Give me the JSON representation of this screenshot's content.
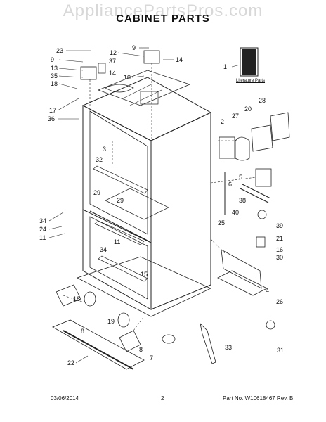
{
  "watermark": "AppliancePartsPros.com",
  "title": "CABINET PARTS",
  "literature_label": "Literature Parts",
  "footer": {
    "date": "03/06/2014",
    "page": "2",
    "part_info": "Part No.  W10618467  Rev. B"
  },
  "callouts": [
    "23",
    "9",
    "12",
    "9",
    "14",
    "13",
    "37",
    "35",
    "14",
    "18",
    "10",
    "1",
    "17",
    "36",
    "2",
    "28",
    "27",
    "20",
    "3",
    "32",
    "5",
    "6",
    "29",
    "38",
    "29",
    "40",
    "34",
    "24",
    "11",
    "25",
    "39",
    "21",
    "34",
    "11",
    "16",
    "30",
    "15",
    "4",
    "26",
    "18",
    "19",
    "8",
    "7",
    "33",
    "31",
    "8",
    "22"
  ]
}
